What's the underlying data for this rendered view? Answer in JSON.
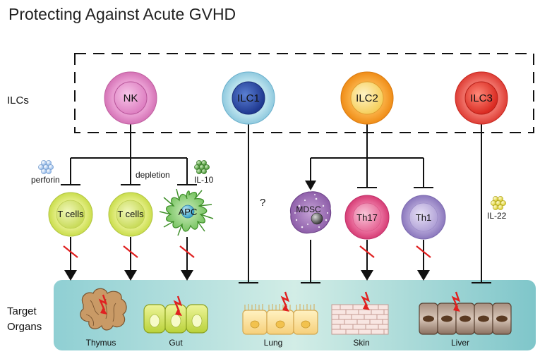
{
  "title": "Protecting Against Acute GVHD",
  "row_labels": {
    "ilcs": "ILCs",
    "target_line1": "Target",
    "target_line2": "Organs"
  },
  "ilcs": {
    "nk": "NK",
    "ilc1": "ILC1",
    "ilc2": "ILC2",
    "ilc3": "ILC3"
  },
  "nk_branch": {
    "perforin": "perforin",
    "depletion": "depletion",
    "il10": "IL-10",
    "tcells_1": "T cells",
    "tcells_2": "T cells",
    "apc": "APC"
  },
  "ilc1_branch": {
    "question": "?"
  },
  "ilc2_branch": {
    "mdsc": "MDSC",
    "th17": "Th17",
    "th1": "Th1"
  },
  "ilc3_branch": {
    "il22": "IL-22"
  },
  "organs": {
    "thymus": "Thymus",
    "gut": "Gut",
    "lung": "Lung",
    "skin": "Skin",
    "liver": "Liver"
  },
  "colors": {
    "nk": "#e58fc8",
    "ilc1": "#2a45a8",
    "ilc2": "#f5a020",
    "ilc3": "#e5332f",
    "tcell": "#dde86a",
    "mdsc": "#9a6cb2",
    "th17": "#e0457e",
    "th1": "#9a86c6",
    "organ_band": "#9fd4d6",
    "inhibit_slash": "#e02020"
  }
}
